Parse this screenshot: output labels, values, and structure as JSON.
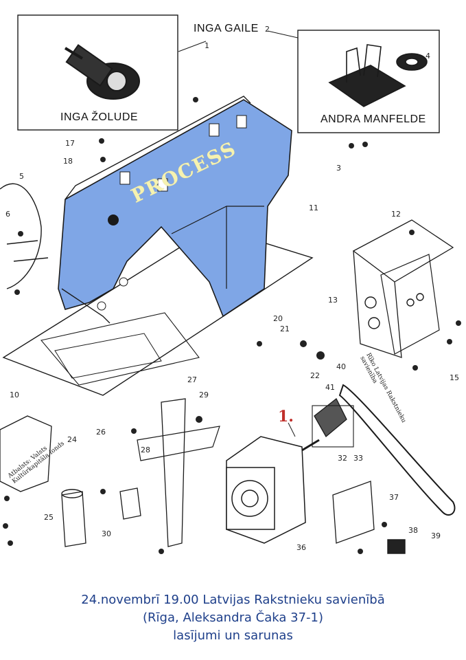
{
  "labels": {
    "top_center": "INGA GAILE",
    "box_left": "INGA ŽOLUDE",
    "box_right": "ANDRA MANFELDE",
    "watermark": "PROCESS",
    "marker": "1."
  },
  "side_text": {
    "left_line1": "Atbalsts: Valsts",
    "left_line2": "Kultūrkapitāla fonds",
    "right_line1": "Rīko Latvijas Rakstnieku",
    "right_line2": "savienība"
  },
  "part_numbers": [
    "1",
    "2",
    "3",
    "4",
    "5",
    "6",
    "10",
    "11",
    "12",
    "13",
    "15",
    "17",
    "18",
    "20",
    "21",
    "22",
    "24",
    "25",
    "26",
    "27",
    "28",
    "29",
    "30",
    "32",
    "33",
    "36",
    "37",
    "38",
    "39",
    "40",
    "41"
  ],
  "footer": {
    "line1": "24.novembrī 19.00 Latvijas Rakstnieku savienībā",
    "line2": "(Rīga, Aleksandra Čaka 37-1)",
    "line3": "lasījumi un sarunas"
  },
  "colors": {
    "machine_fill": "#7fa6e6",
    "footer_text": "#1e3f8a",
    "marker_red": "#c0302b",
    "watermark": "#f6f2b0"
  }
}
